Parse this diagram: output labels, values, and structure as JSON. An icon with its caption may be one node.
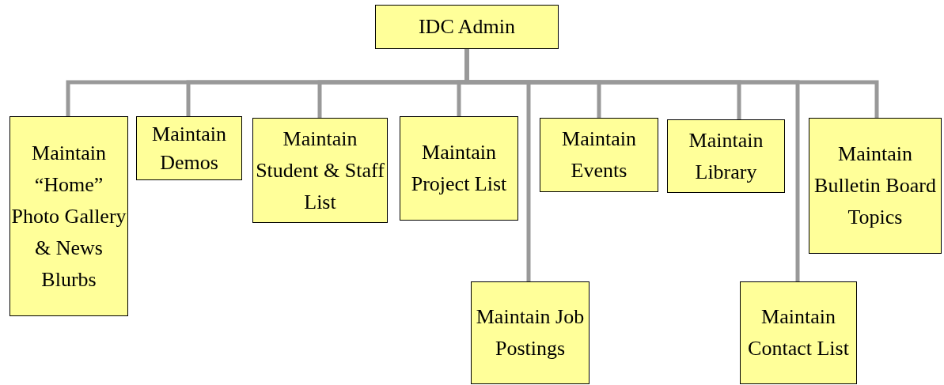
{
  "diagram": {
    "nodes": [
      {
        "text": [
          "IDC Admin"
        ]
      },
      {
        "text": [
          "Maintain “Home” Photo Gallery & News Blurbs"
        ]
      },
      {
        "text": [
          "Maintain Demos"
        ]
      },
      {
        "text": [
          "Maintain Student & Staff List"
        ]
      },
      {
        "text": [
          "Maintain Project List"
        ]
      },
      {
        "text": [
          "Maintain Events"
        ]
      },
      {
        "text": [
          "Maintain Library"
        ]
      },
      {
        "text": [
          "Maintain Bulletin Board Topics"
        ]
      },
      {
        "text": [
          "Maintain Job Postings"
        ]
      },
      {
        "text": [
          "Maintain Contact List"
        ]
      }
    ],
    "edges": [
      {
        "from": 0,
        "to": 1,
        "arrow": "none"
      },
      {
        "from": 0,
        "to": 2,
        "arrow": "none"
      },
      {
        "from": 0,
        "to": 3,
        "arrow": "none"
      },
      {
        "from": 0,
        "to": 4,
        "arrow": "none"
      },
      {
        "from": 0,
        "to": 8,
        "arrow": "none"
      },
      {
        "from": 0,
        "to": 5,
        "arrow": "none"
      },
      {
        "from": 0,
        "to": 6,
        "arrow": "none"
      },
      {
        "from": 0,
        "to": 9,
        "arrow": "none"
      },
      {
        "from": 0,
        "to": 7,
        "arrow": "none"
      }
    ]
  }
}
